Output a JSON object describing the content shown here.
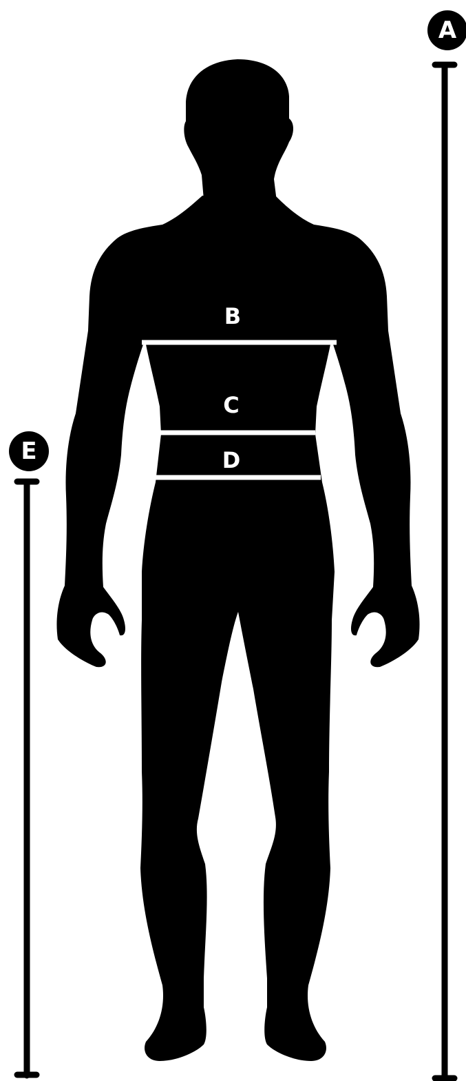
{
  "diagram": {
    "markers": {
      "a": "A",
      "b": "B",
      "c": "C",
      "d": "D",
      "e": "E"
    },
    "colors": {
      "silhouette": "#000000",
      "measure_band": "#ffffff",
      "background": "#ffffff"
    }
  }
}
